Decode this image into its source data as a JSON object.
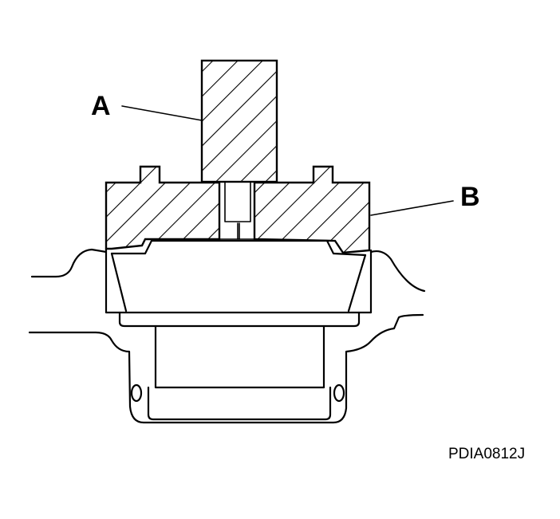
{
  "figure": {
    "labels": {
      "a": "A",
      "b": "B"
    },
    "code": "PDIA0812J"
  }
}
